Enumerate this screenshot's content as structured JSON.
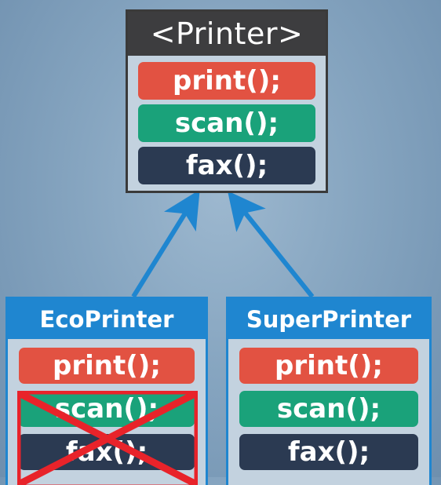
{
  "interface": {
    "title": "<Printer>",
    "methods": [
      "print();",
      "scan();",
      "fax();"
    ]
  },
  "classes": [
    {
      "name": "EcoPrinter",
      "methods": [
        "print();",
        "scan();",
        "fax();"
      ],
      "struck_out": [
        "scan();",
        "fax();"
      ]
    },
    {
      "name": "SuperPrinter",
      "methods": [
        "print();",
        "scan();",
        "fax();"
      ]
    }
  ],
  "colors": {
    "print": "#e25242",
    "scan": "#1aa27a",
    "fax": "#2b3a52",
    "interface_header": "#3d3d3f",
    "class_header": "#1f86d0",
    "arrow": "#1f86d0",
    "cross": "#e8232a"
  }
}
